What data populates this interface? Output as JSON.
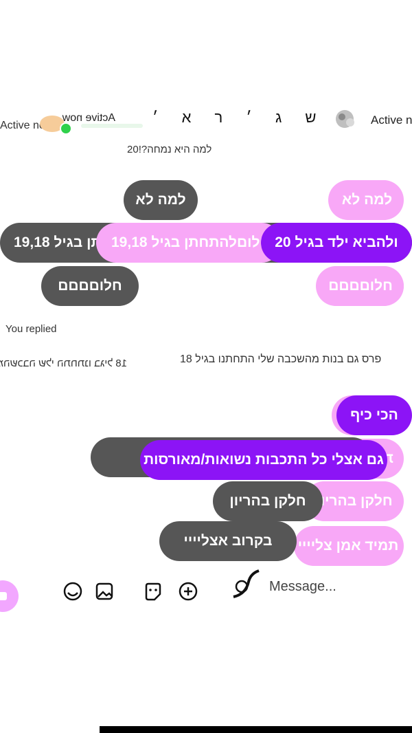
{
  "header": {
    "status_left": "Active now",
    "status_right": "Active now",
    "glyphs": "ש ג ׳ ר א ׳"
  },
  "story_label_top": "למה היא נמחה?!20",
  "replied_label": "You replied",
  "reply_story_text": "פרס גם בנות מהשכבה שלי התחתנו בגיל 18",
  "left_messages": [
    "למה לא",
    "חלוםלהתחתן בגיל 19,18",
    "חלוםםםם"
  ],
  "right_messages": [
    "למה לא",
    "ולהביא ילד בגיל 20",
    "חלוםםםם"
  ],
  "left_bottom_messages": [
    "גם אצלי כל התכבות נשואות",
    "חלקן בהריון",
    "בקרוב אצליייי"
  ],
  "right_bottom_messages": [
    "הכי כיף",
    "גם אצלי כל התכבות נשואות/מאורסות",
    "חלקן בהריון",
    "תמיד אמן צליייי"
  ],
  "message_bar": {
    "placeholder": "Message...",
    "icons": [
      "plus-circle-icon",
      "sticker-icon",
      "gallery-icon",
      "emoji-icon",
      "camera-icon",
      "search-icon"
    ]
  },
  "colors": {
    "gray_bubble": "#565656",
    "pink_bubble": "#f8a8f7",
    "purple_bubble": "#8c14f6",
    "online": "#2fd14b"
  }
}
